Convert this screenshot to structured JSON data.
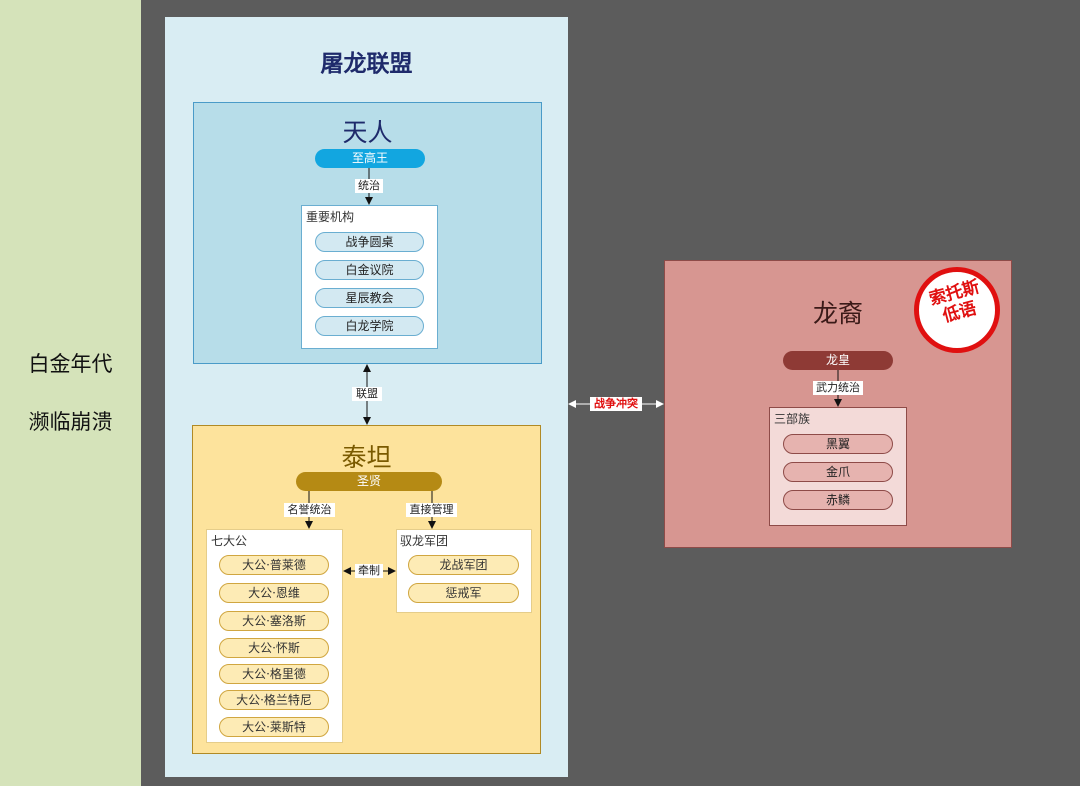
{
  "sidebar": {
    "line1": "白金年代",
    "line2": "濒临崩溃"
  },
  "alliance": {
    "title": "屠龙联盟"
  },
  "tianren": {
    "title": "天人",
    "leader": "至高王",
    "edge_rule": "统治",
    "org_label": "重要机构",
    "orgs": [
      "战争圆桌",
      "白金议院",
      "星辰教会",
      "白龙学院"
    ]
  },
  "edge_alliance": "联盟",
  "taitan": {
    "title": "泰坦",
    "leader": "圣贤",
    "edge_honor": "名誉统治",
    "edge_direct": "直接管理",
    "dukes_label": "七大公",
    "dukes": [
      "大公·普莱德",
      "大公·恩维",
      "大公·塞洛斯",
      "大公·怀斯",
      "大公·格里德",
      "大公·格兰特尼",
      "大公·莱斯特"
    ],
    "edge_check": "牵制",
    "army_label": "驭龙军团",
    "armies": [
      "龙战军团",
      "惩戒军"
    ]
  },
  "edge_war": "战争冲突",
  "longyi": {
    "title": "龙裔",
    "leader": "龙皇",
    "edge_rule": "武力统治",
    "tribes_label": "三部族",
    "tribes": [
      "黑翼",
      "金爪",
      "赤鳞"
    ]
  },
  "stamp": {
    "line1": "索托斯",
    "line2": "低语"
  },
  "colors": {
    "sidebar": "#d5e3ba",
    "alliance": "#d9edf3",
    "tianren": "#b7dde9",
    "taitan": "#fde39c",
    "longyi": "#d79691",
    "war": "#e01010"
  }
}
